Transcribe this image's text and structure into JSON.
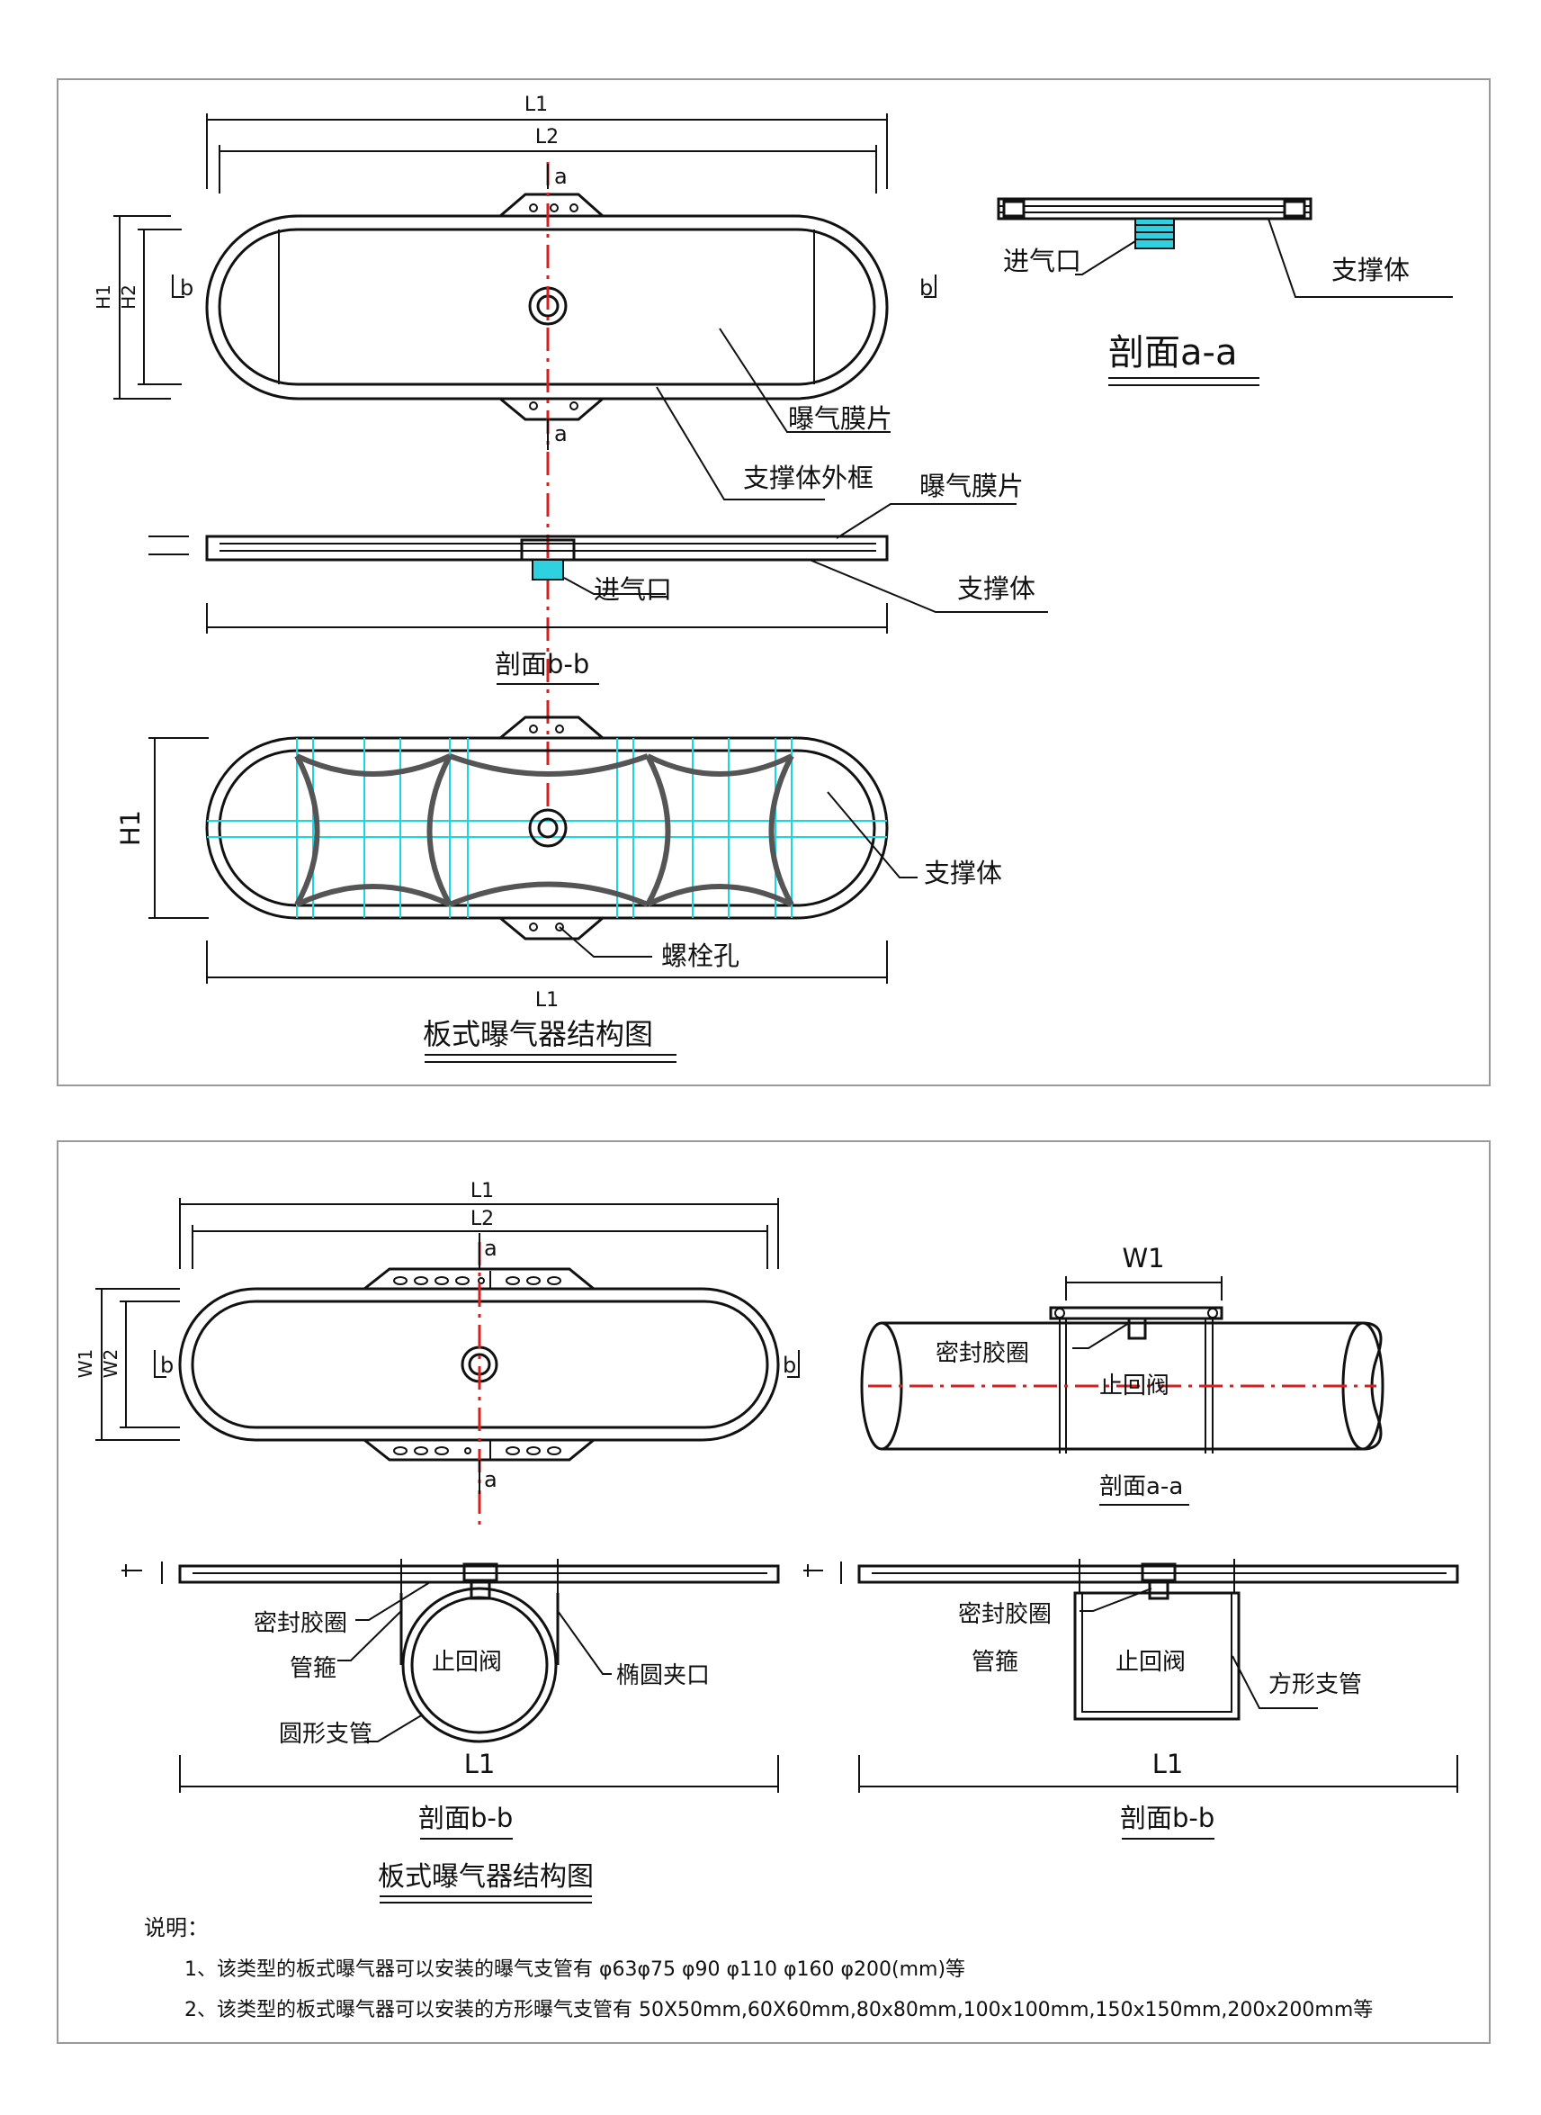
{
  "panel1": {
    "dims": {
      "L1": "L1",
      "L2": "L2",
      "H1": "H1",
      "H2": "H2",
      "a": "a",
      "b": "b"
    },
    "labels": {
      "membrane": "曝气膜片",
      "frame": "支撑体外框",
      "membrane2": "曝气膜片",
      "inlet": "进气口",
      "support": "支撑体",
      "inlet_aa": "进气口",
      "support_aa": "支撑体",
      "section_aa": "剖面a-a",
      "section_bb": "剖面b-b",
      "support_plan": "支撑体",
      "bolt_hole": "螺栓孔",
      "dim_H1": "H1",
      "dim_L1_bottom": "L1",
      "title": "板式曝气器结构图"
    }
  },
  "panel2": {
    "dims": {
      "L1": "L1",
      "L2": "L2",
      "W1": "W1",
      "W2": "W2",
      "a": "a",
      "b": "b",
      "W1_top": "W1"
    },
    "labels": {
      "seal_aa": "密封胶圈",
      "check_valve_aa": "止回阀",
      "section_aa": "剖面a-a",
      "seal_round": "密封胶圈",
      "hoop_round": "管箍",
      "check_valve_round": "止回阀",
      "ellipse_clamp": "椭圆夹口",
      "round_pipe": "圆形支管",
      "L1_round": "L1",
      "section_bb_round": "剖面b-b",
      "seal_square": "密封胶圈",
      "hoop_square": "管箍",
      "check_valve_square": "止回阀",
      "square_pipe": "方形支管",
      "L1_square": "L1",
      "section_bb_square": "剖面b-b",
      "title": "板式曝气器结构图"
    },
    "notes": {
      "heading": "说明：",
      "items": [
        "1、该类型的板式曝气器可以安装的曝气支管有 φ63φ75 φ90 φ110  φ160  φ200(mm)等",
        "2、该类型的板式曝气器可以安装的方形曝气支管有 50X50mm,60X60mm,80x80mm,100x100mm,150x150mm,200x200mm等"
      ]
    }
  }
}
